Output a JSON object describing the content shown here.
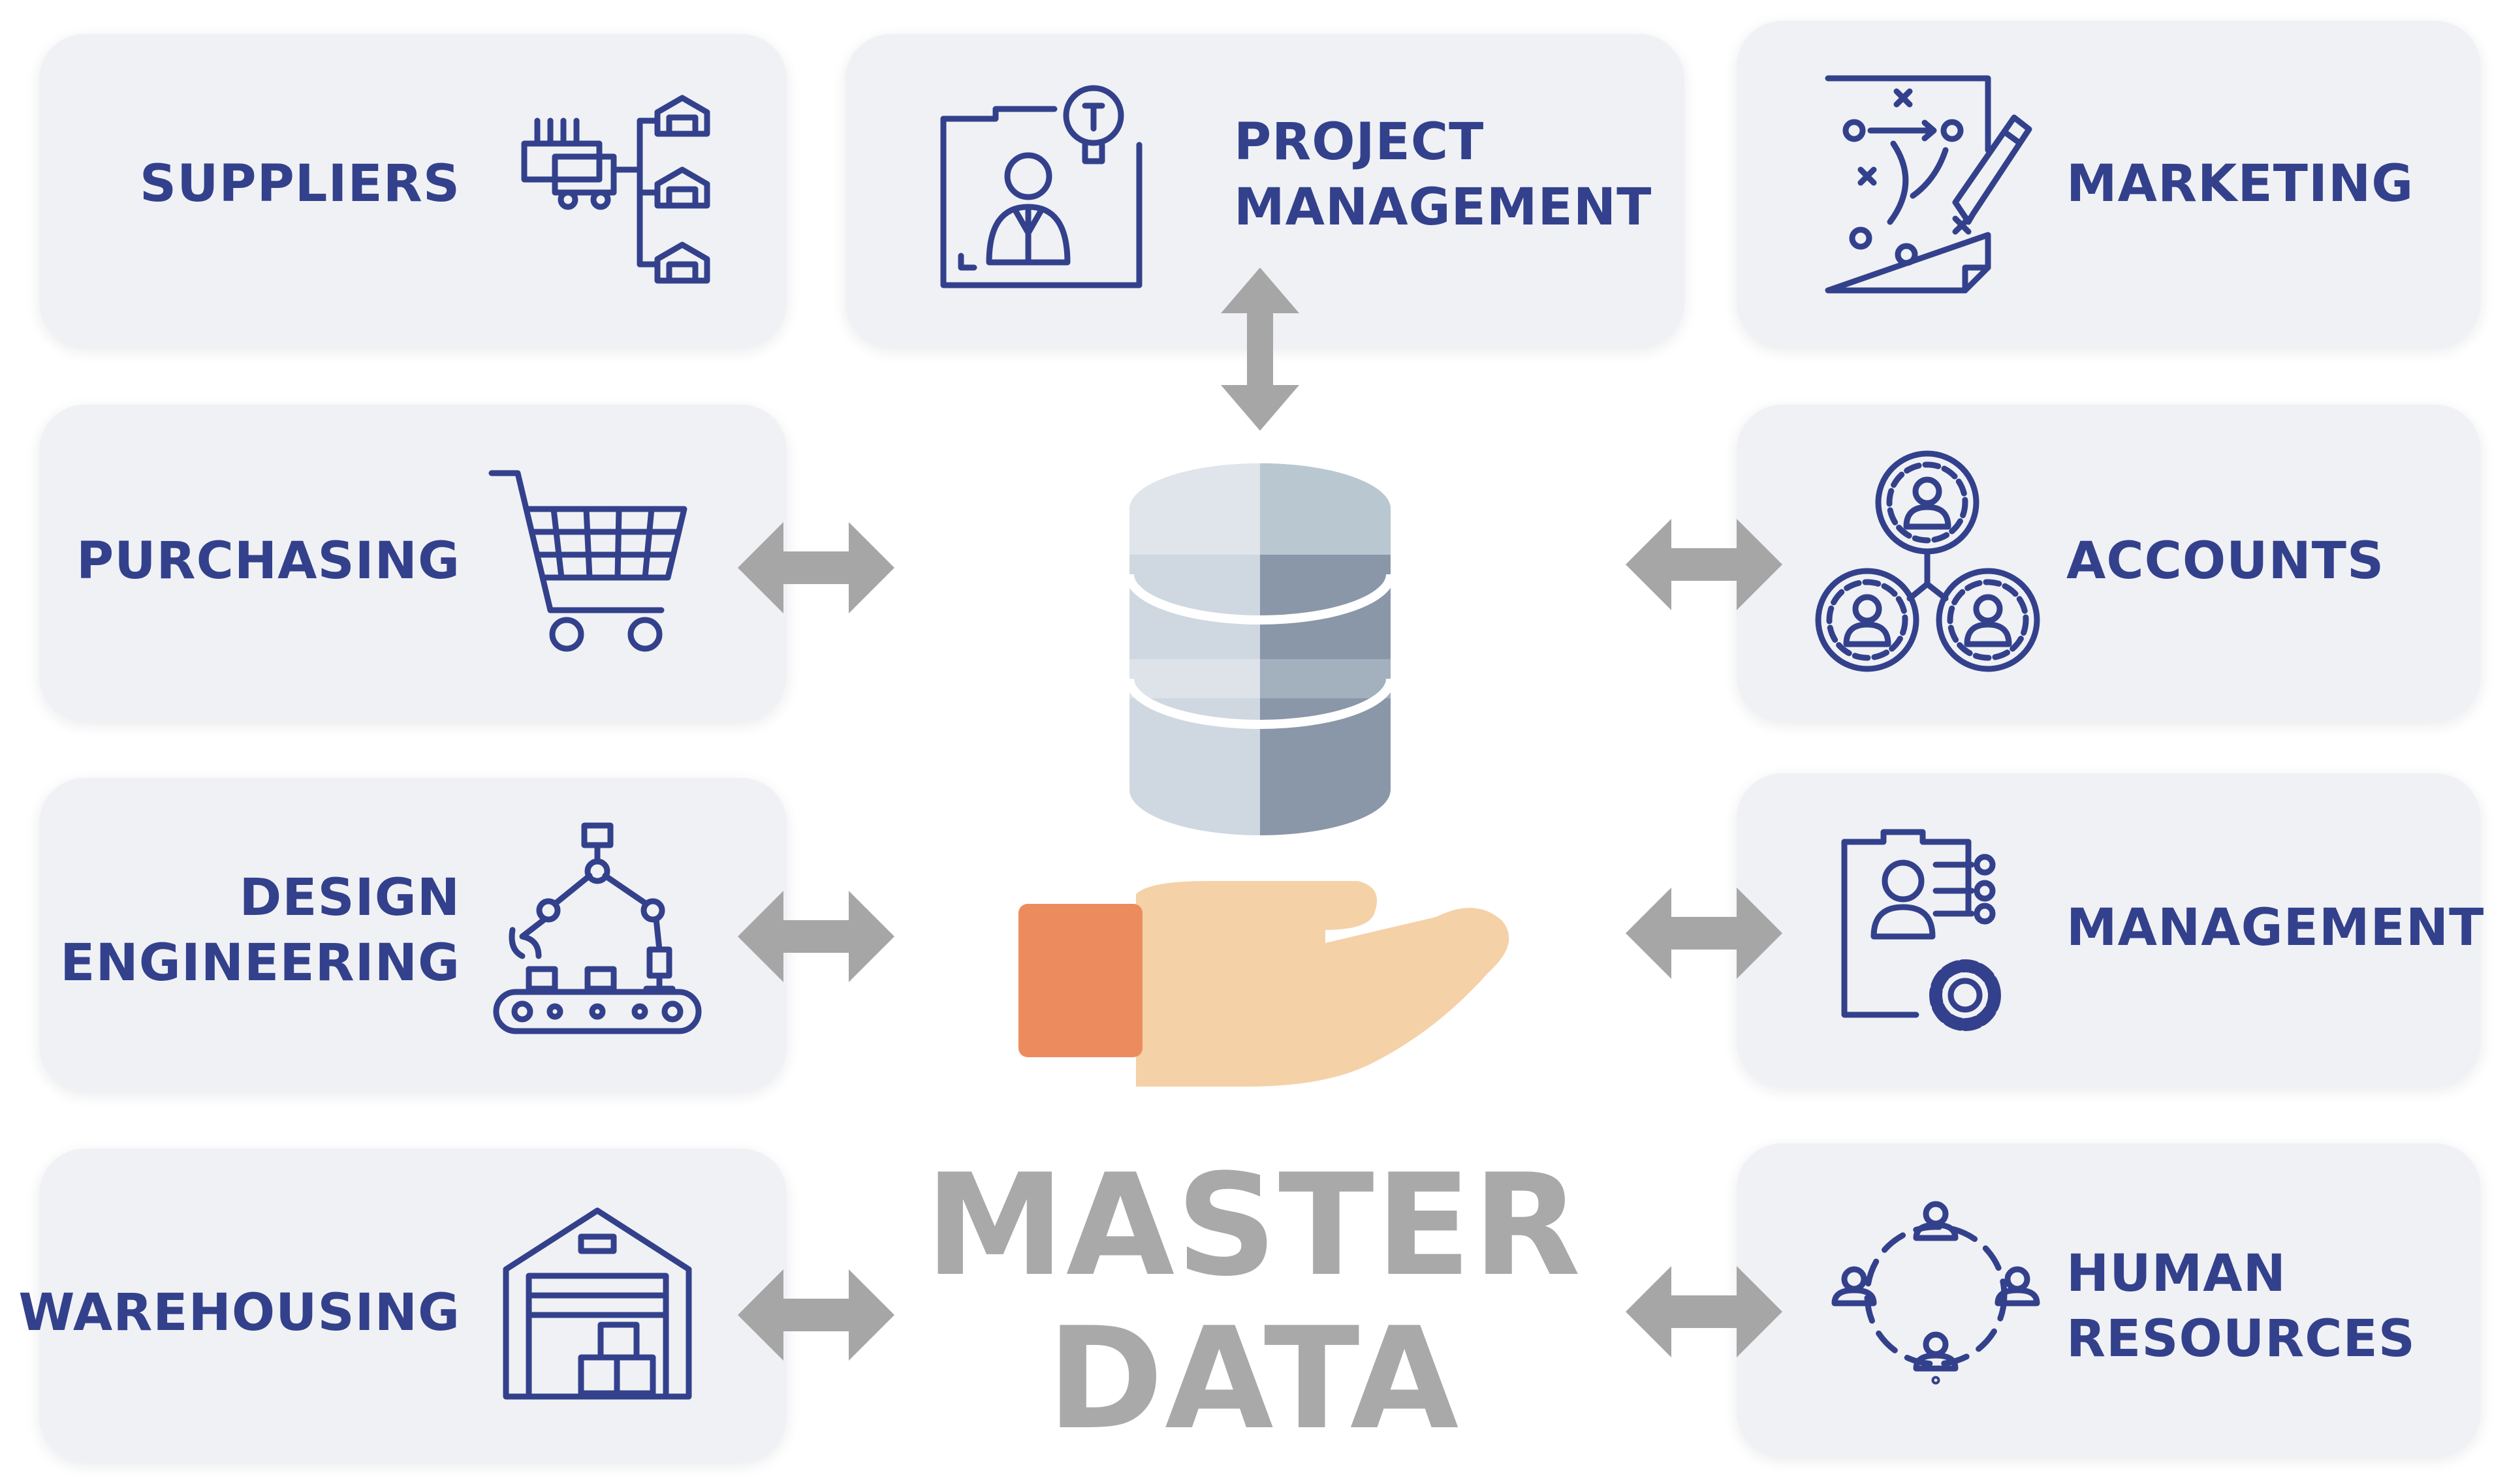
{
  "diagram": {
    "nodes": {
      "suppliers": {
        "label": "SUPPLIERS",
        "icon": "supplier-network-icon"
      },
      "project_management": {
        "lines": [
          "PROJECT",
          "MANAGEMENT"
        ],
        "icon": "project-manager-icon"
      },
      "marketing": {
        "label": "MARKETING",
        "icon": "marketing-strategy-icon"
      },
      "purchasing": {
        "label": "PURCHASING",
        "icon": "shopping-cart-icon"
      },
      "accounts": {
        "label": "ACCOUNTS",
        "icon": "accounts-users-icon"
      },
      "design_engineering": {
        "lines": [
          "DESIGN",
          "ENGINEERING"
        ],
        "icon": "robotic-arm-icon"
      },
      "management": {
        "label": "MANAGEMENT",
        "icon": "clipboard-gear-icon"
      },
      "warehousing": {
        "label": "WAREHOUSING",
        "icon": "warehouse-icon"
      },
      "human_resources": {
        "lines": [
          "HUMAN",
          "RESOURCES"
        ],
        "icon": "team-network-icon"
      }
    },
    "center": {
      "lines": [
        "MASTER",
        "DATA"
      ],
      "icons": [
        "database-icon",
        "open-hand-icon"
      ]
    },
    "colors": {
      "card_background": "#f0f1f4",
      "label": "#33418c",
      "icon_stroke": "#33418c",
      "arrow": "#a6a6a6",
      "center_text": "#a9a9a9",
      "database_light": "#cfd8e0",
      "database_dark": "#8a97a8",
      "hand_skin": "#f5d1a7",
      "cuff": "#ec8c5e"
    }
  }
}
